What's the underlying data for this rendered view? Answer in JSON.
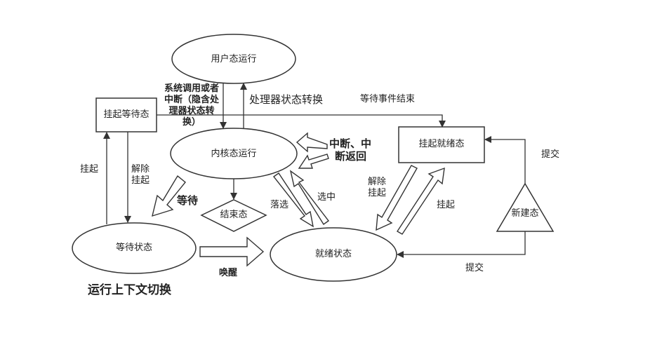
{
  "nodes": {
    "user_mode": "用户态运行",
    "kernel_mode": "内核态运行",
    "suspended_wait": "挂起等待态",
    "suspended_ready": "挂起就绪态",
    "waiting": "等待状态",
    "ready": "就绪状态",
    "finished": "结束态",
    "new_state": "新建态"
  },
  "labels": {
    "syscall_line1": "系统调用或者",
    "syscall_line2": "中断（隐含处",
    "syscall_line3": "理器状态转",
    "syscall_line4": "换）",
    "processor_switch": "处理器状态转换",
    "wait_event_end": "等待事件结束",
    "interrupt_line1": "中断、中",
    "interrupt_line2": "断返回",
    "suspend_left": "挂起",
    "release_left_1": "解除",
    "release_left_2": "挂起",
    "wait": "等待",
    "drop": "落选",
    "select": "选中",
    "release_right_1": "解除",
    "release_right_2": "挂起",
    "suspend_right": "挂起",
    "submit_top": "提交",
    "submit_bottom": "提交",
    "wakeup": "唤醒",
    "context_switch": "运行上下文切换"
  }
}
